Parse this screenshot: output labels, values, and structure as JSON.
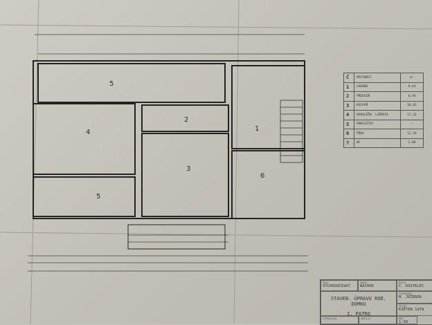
{
  "rooms": [
    {
      "no": "5"
    },
    {
      "no": "4"
    },
    {
      "no": "5"
    },
    {
      "no": "2"
    },
    {
      "no": "3"
    },
    {
      "no": "1"
    },
    {
      "no": "6"
    }
  ],
  "room_table": {
    "header": {
      "no": "Č",
      "name": "MÍSTNOST",
      "area": "m²"
    },
    "rows": [
      {
        "no": "1",
        "name": "CHODBA",
        "area": "9,44"
      },
      {
        "no": "2",
        "name": "PŘEDSÍŇ",
        "area": "8,94"
      },
      {
        "no": "3",
        "name": "KUCHYŇ",
        "area": "18,81"
      },
      {
        "no": "4",
        "name": "DVOULŮŽK. LOŽNICE",
        "area": "17,32"
      },
      {
        "no": "5",
        "name": "POKOJÍČKY",
        "area": "–"
      },
      {
        "no": "6",
        "name": "PŮDA",
        "area": "12,16"
      },
      {
        "no": "7",
        "name": "WC",
        "area": "2,06"
      }
    ]
  },
  "title_block": {
    "kraj_label": "KRAJ",
    "kraj": "VÝCHODOČESKÝ",
    "okres_label": "OKRES",
    "okres": "NÁCHOD",
    "misto_label": "MÍSTO",
    "misto": "Č. KOSTELEC",
    "title": "STAVEB. ÚPRAVU ROD. DOMKU",
    "subtitle": "I. PATRO",
    "stavebnik_label": "STAVEBNÍK",
    "stavebnik": "M. JEŽEBEK",
    "datum_label": "DATUM",
    "datum": "KVĚTEN 1978",
    "vypracoval_label": "VYPRACOVAL",
    "kreslil_label": "KRESLIL",
    "merítko_label": "MĚŘ.",
    "meritko": "1:50"
  }
}
